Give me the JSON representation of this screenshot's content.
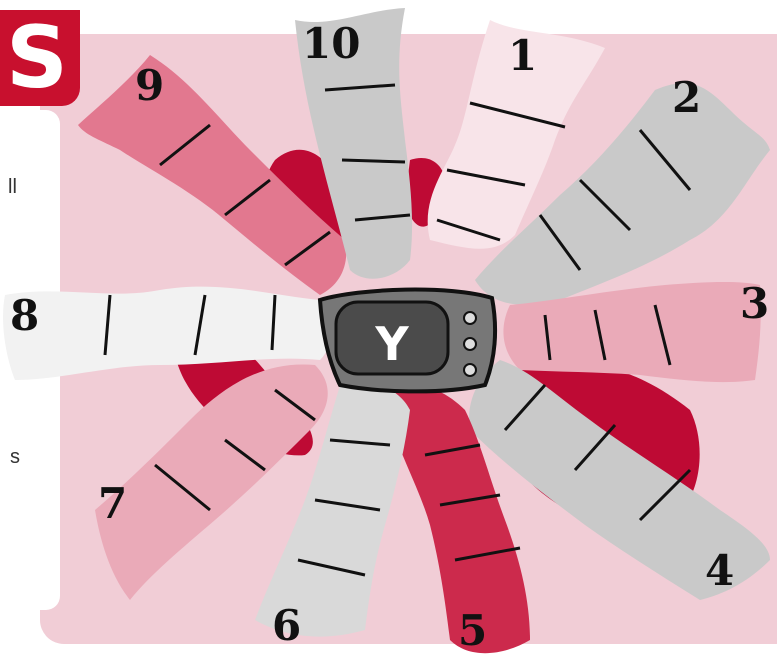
{
  "board": {
    "corner_letter": "S",
    "side_text_top": "ll",
    "side_text_bottom": "s",
    "center_logo_letter": "Y",
    "colors": {
      "background": "#f1cdd6",
      "accent_red": "#c8102e",
      "path_pink": "#e2788f",
      "path_light_pink": "#f8e4e9",
      "path_gray": "#c9c9c9",
      "path_white": "#f2f2f2",
      "path_rose": "#eaaab8",
      "path_crimson": "#cc2a4c"
    }
  },
  "paths": [
    {
      "label": "1",
      "color": "light-pink"
    },
    {
      "label": "2",
      "color": "gray"
    },
    {
      "label": "3",
      "color": "rose"
    },
    {
      "label": "4",
      "color": "gray"
    },
    {
      "label": "5",
      "color": "crimson"
    },
    {
      "label": "6",
      "color": "light-gray"
    },
    {
      "label": "7",
      "color": "rose"
    },
    {
      "label": "8",
      "color": "white"
    },
    {
      "label": "9",
      "color": "pink"
    },
    {
      "label": "10",
      "color": "gray"
    }
  ]
}
